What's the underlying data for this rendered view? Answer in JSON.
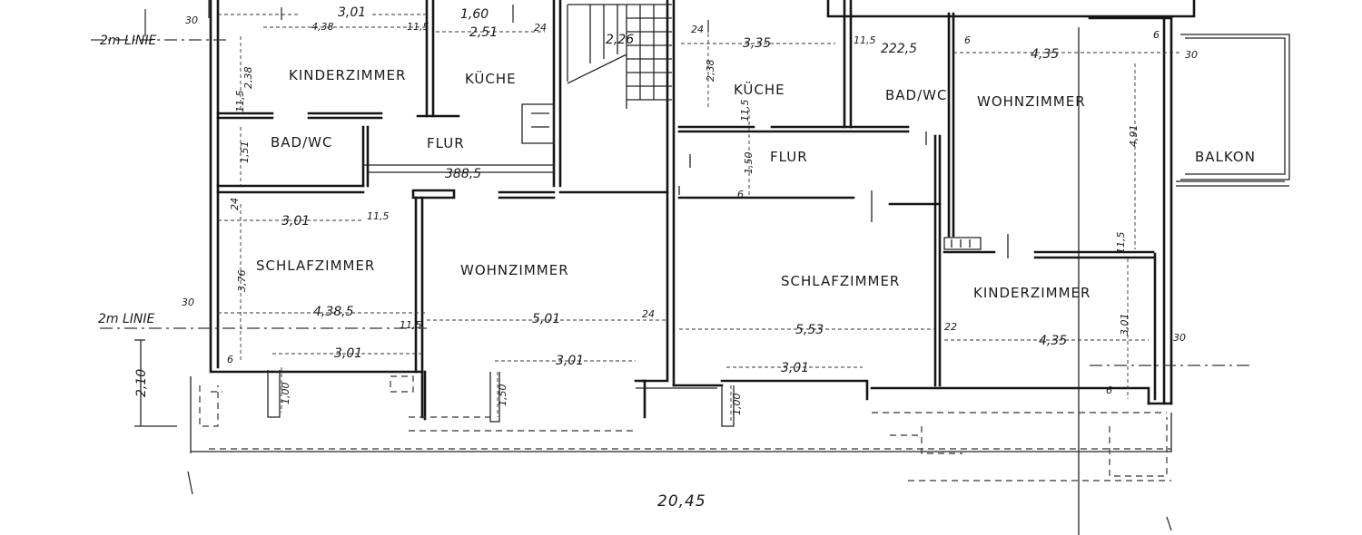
{
  "rooms": {
    "kinderzimmer_left": "KINDERZIMMER",
    "kueche_left": "KÜCHE",
    "bad_left": "BAD/WC",
    "flur_left": "FLUR",
    "schlafzimmer_left": "SCHLAFZIMMER",
    "wohnzimmer_left": "WOHNZIMMER",
    "kueche_right": "KÜCHE",
    "bad_right": "BAD/WC",
    "wohnzimmer_right": "WOHNZIMMER",
    "flur_right": "FLUR",
    "schlafzimmer_right": "SCHLAFZIMMER",
    "kinderzimmer_right": "KINDERZIMMER",
    "balkon": "BALKON"
  },
  "annotations": {
    "linie_top": "2m LINIE",
    "linie_mid": "2m LINIE"
  },
  "dims": {
    "d_30_top": "30",
    "d_301_top": "3,01",
    "d_438_top": "4,38",
    "d_11_5_top": "11,5",
    "d_160": "1,60",
    "d_251": "2,51",
    "d_24_top": "24",
    "d_226": "2,26",
    "d_24_top2": "24",
    "d_238_left": "2,38",
    "d_238_right": "2,38",
    "d_335": "3,35",
    "d_11_5_r": "11,5",
    "d_222": "222,5",
    "d_6_top": "6",
    "d_435_top": "4,35",
    "d_6_tr": "6",
    "d_30_tr": "30",
    "d_11_5_a": "11,5",
    "d_151": "1,51",
    "d_388": "388,5",
    "d_11_5_b": "11,5",
    "d_150": "1,50",
    "d_491": "4,91",
    "d_24_mid": "24",
    "d_6_mid": "6",
    "d_301_sz": "3,01",
    "d_11_5_sz": "11,5",
    "d_376": "3,76",
    "d_11_5_kz": "11,5",
    "d_30_mid": "30",
    "d_4385": "4,38,5",
    "d_11_5_w": "11,5",
    "d_501": "5,01",
    "d_24_w": "24",
    "d_553": "5,53",
    "d_22": "22",
    "d_435_bot": "4,35",
    "d_301_kz": "3,01",
    "d_30_right": "30",
    "d_210": "2,10",
    "d_6_bot": "6",
    "d_301_a": "3,01",
    "d_100_a": "1,00",
    "d_301_b": "3,01",
    "d_150_b": "1,50",
    "d_100_b": "1,00",
    "d_301_c": "3,01",
    "d_6_br": "6",
    "d_2045": "20,45"
  }
}
